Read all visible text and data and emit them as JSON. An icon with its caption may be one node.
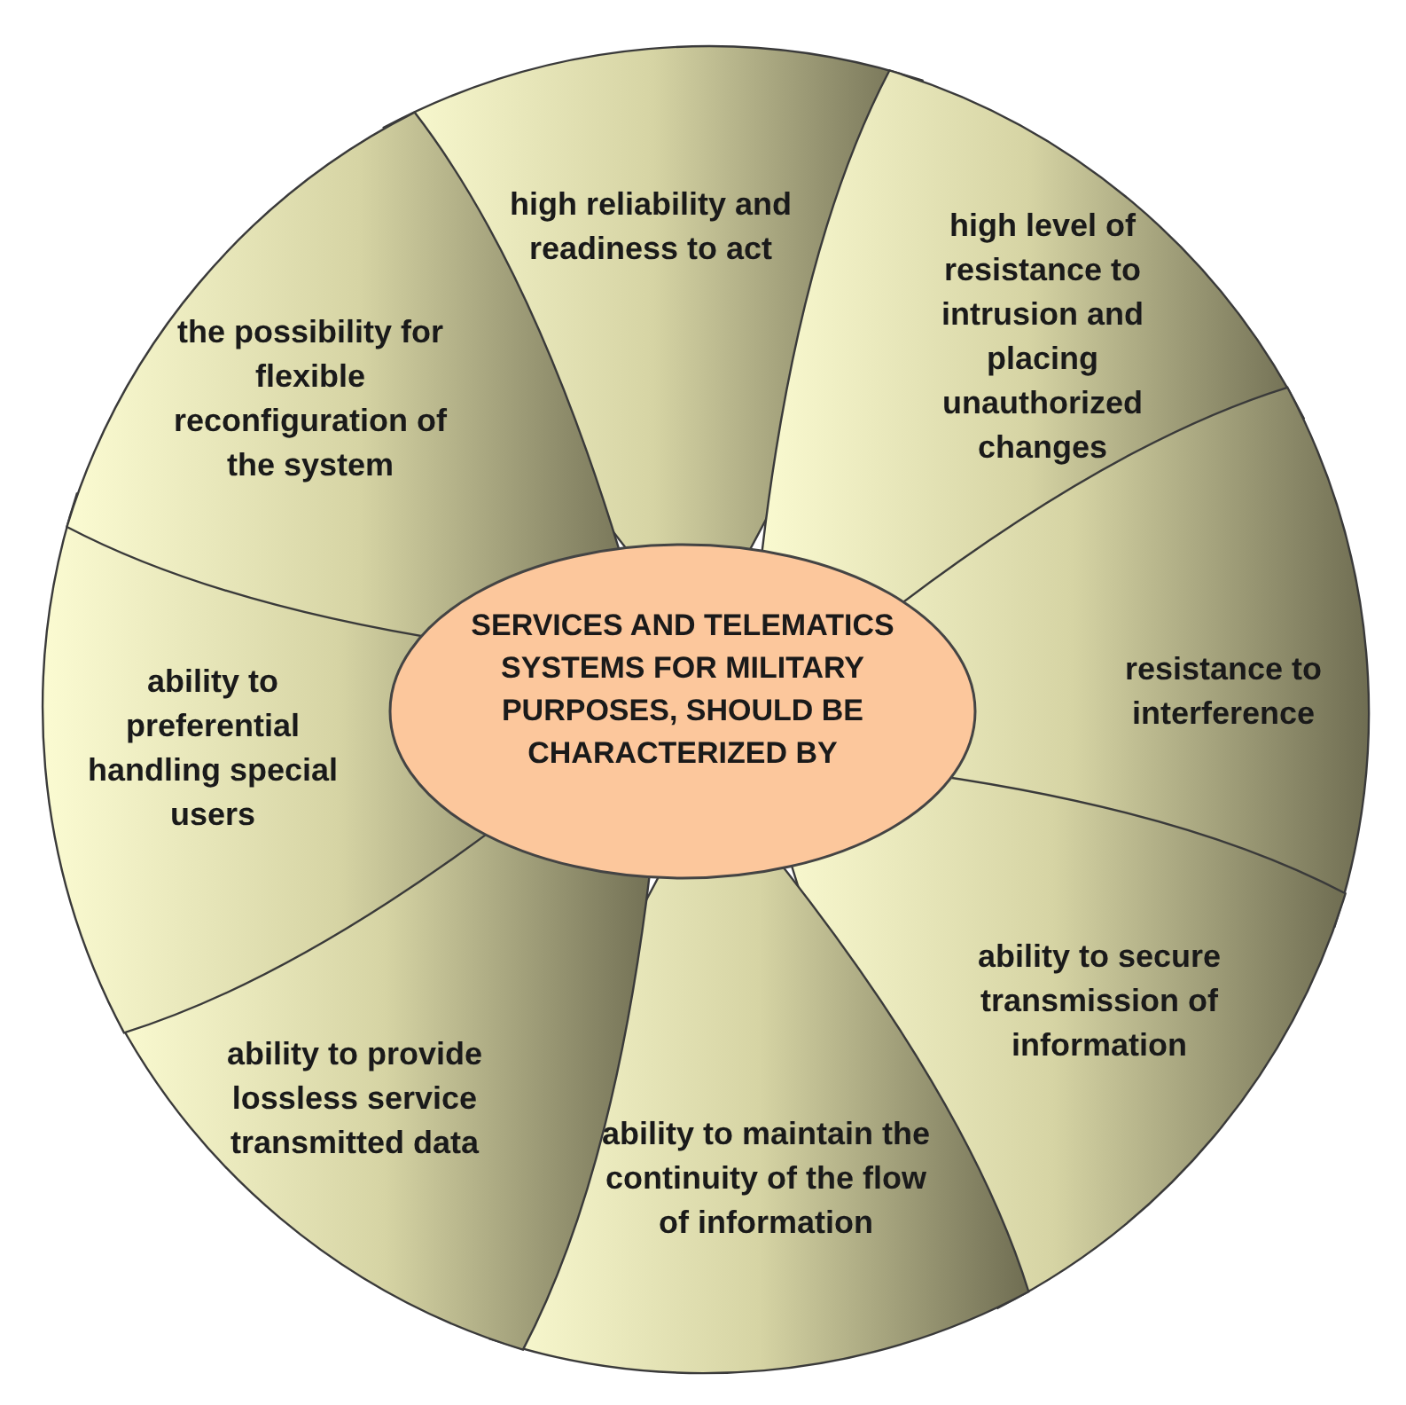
{
  "diagram": {
    "nodes": [
      {
        "text": [
          "SERVICES AND TELEMATICS SYSTEMS FOR MILITARY PURPOSES, SHOULD BE CHARACTERIZED BY"
        ]
      },
      {
        "text": [
          "high reliability and readiness to act"
        ]
      },
      {
        "text": [
          "high level of resistance to intrusion and placing unauthorized changes"
        ]
      },
      {
        "text": [
          "resistance to interference"
        ]
      },
      {
        "text": [
          "ability to secure transmission of information"
        ]
      },
      {
        "text": [
          "ability to maintain the continuity of the flow of information"
        ]
      },
      {
        "text": [
          "ability to provide lossless service transmitted data"
        ]
      },
      {
        "text": [
          "ability to preferential handling special users"
        ]
      },
      {
        "text": [
          "the possibility for flexible reconfiguration of the system"
        ]
      }
    ]
  }
}
